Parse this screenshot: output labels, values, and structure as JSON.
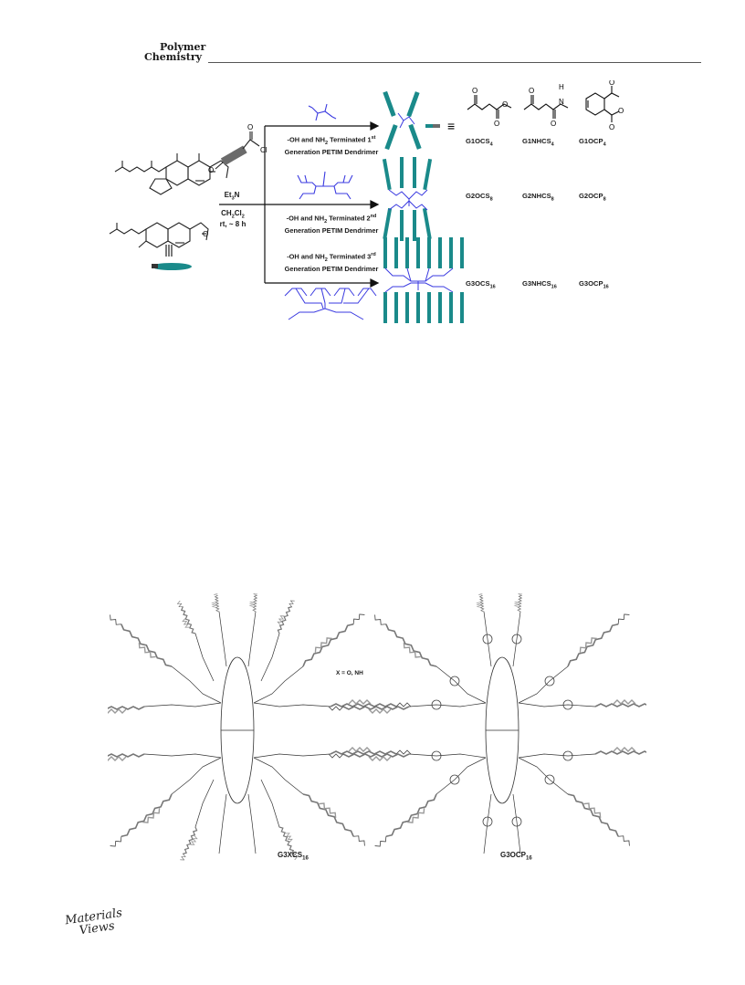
{
  "header": {
    "journal_line1": "Polymer",
    "journal_line2": "Chemistry"
  },
  "scheme": {
    "reagent": "Cl",
    "conditions": {
      "base": "Et",
      "base_sub": "3",
      "base_end": "N",
      "solvent": "CH",
      "solvent_sub": "2",
      "solvent_end": "Cl",
      "solvent_sub2": "2",
      "time": "rt, ~ 8 h"
    },
    "arrows": [
      {
        "line1_a": "-OH and NH",
        "line1_sub": "2",
        "line1_b": " Terminated 1",
        "line1_sup": "st",
        "line2": "Generation PETIM Dendrimer"
      },
      {
        "line1_a": "-OH and NH",
        "line1_sub": "2",
        "line1_b": " Terminated 2",
        "line1_sup": "nd",
        "line2": "Generation PETIM Dendrimer"
      },
      {
        "line1_a": "-OH and NH",
        "line1_sub": "2",
        "line1_b": " Terminated 3",
        "line1_sup": "rd",
        "line2": "Generation PETIM Dendrimer"
      }
    ],
    "equiv_symbol": "≡",
    "compounds": [
      [
        {
          "base": "G1OCS",
          "sub": "4"
        },
        {
          "base": "G1NHCS",
          "sub": "4"
        },
        {
          "base": "G1OCP",
          "sub": "4"
        }
      ],
      [
        {
          "base": "G2OCS",
          "sub": "8"
        },
        {
          "base": "G2NHCS",
          "sub": "8"
        },
        {
          "base": "G2OCP",
          "sub": "8"
        }
      ],
      [
        {
          "base": "G3OCS",
          "sub": "16"
        },
        {
          "base": "G3NHCS",
          "sub": "16"
        },
        {
          "base": "G3OCP",
          "sub": "16"
        }
      ]
    ],
    "atoms": {
      "O": "O",
      "H": "H",
      "N": "N"
    }
  },
  "figure2": {
    "left_label": "G3XCS",
    "left_label_sub": "16",
    "right_label": "G3OCP",
    "right_label_sub": "16",
    "x_note": "X = O, NH"
  },
  "footer": {
    "logo_line1": "Materials",
    "logo_line2": "Views"
  },
  "colors": {
    "teal": "#1a8a8a",
    "blue": "#3a3ae0",
    "grey": "#6b6b6b"
  }
}
